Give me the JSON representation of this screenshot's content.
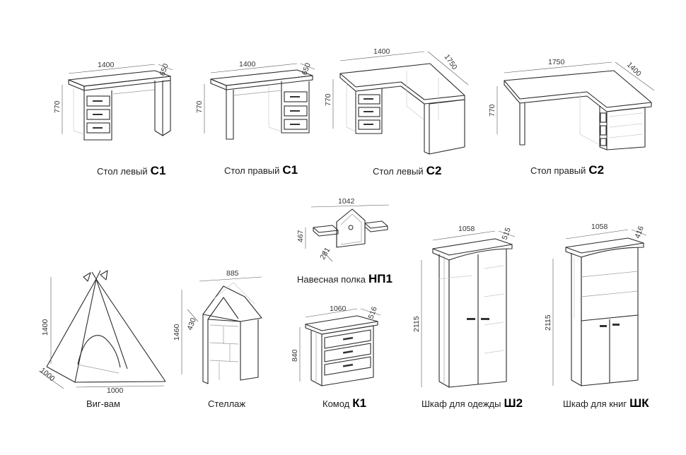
{
  "items": [
    {
      "id": "desk-left-c1",
      "name": "Стол левый",
      "code": "С1",
      "dims": {
        "width": "1400",
        "depth": "650",
        "height": "770"
      }
    },
    {
      "id": "desk-right-c1",
      "name": "Стол правый",
      "code": "С1",
      "dims": {
        "width": "1400",
        "depth": "650",
        "height": "770"
      }
    },
    {
      "id": "desk-left-c2",
      "name": "Стол левый",
      "code": "С2",
      "dims": {
        "width": "1400",
        "depth": "1750",
        "height": "770"
      }
    },
    {
      "id": "desk-right-c2",
      "name": "Стол правый",
      "code": "С2",
      "dims": {
        "width": "1750",
        "depth": "1400",
        "height": "770"
      }
    },
    {
      "id": "wall-shelf-np1",
      "name": "Навесная полка",
      "code": "НП1",
      "dims": {
        "width": "1042",
        "height": "467",
        "depth": "281"
      }
    },
    {
      "id": "wigwam",
      "name": "Виг-вам",
      "code": "",
      "dims": {
        "height": "1400",
        "depth": "1000",
        "width": "1000"
      }
    },
    {
      "id": "rack",
      "name": "Стеллаж",
      "code": "",
      "dims": {
        "width": "885",
        "depth": "430",
        "height": "1460"
      }
    },
    {
      "id": "dresser-k1",
      "name": "Комод",
      "code": "К1",
      "dims": {
        "width": "1060",
        "depth": "516",
        "height": "840"
      }
    },
    {
      "id": "wardrobe-sh2",
      "name": "Шкаф для одежды",
      "code": "Ш2",
      "dims": {
        "width": "1058",
        "depth": "515",
        "height": "2115"
      }
    },
    {
      "id": "bookcase-shk",
      "name": "Шкаф для книг",
      "code": "ШК",
      "dims": {
        "width": "1058",
        "depth": "416",
        "height": "2115"
      }
    }
  ]
}
